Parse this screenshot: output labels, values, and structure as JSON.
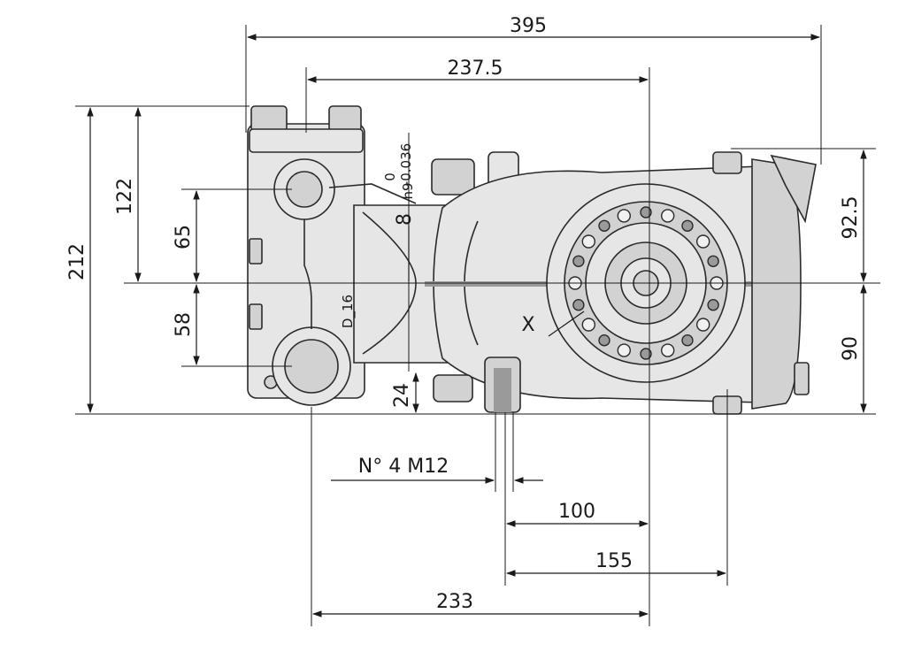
{
  "dimensions": {
    "overall_width": "395",
    "head_offset": "237.5",
    "total_height": "212",
    "upper_height": "122",
    "port_upper": "65",
    "port_lower": "58",
    "base_offset": "24",
    "right_upper": "92.5",
    "right_lower": "90",
    "holes": "N° 4 M12",
    "hole_spacing_a": "100",
    "hole_spacing_b": "155",
    "foot_to_center": "233"
  },
  "annotations": {
    "shaft_key": "8",
    "shaft_tol": "h9",
    "tol_upper": "0",
    "tol_lower": "-0.036",
    "bore_label": "D_16",
    "view_marker": "X"
  }
}
